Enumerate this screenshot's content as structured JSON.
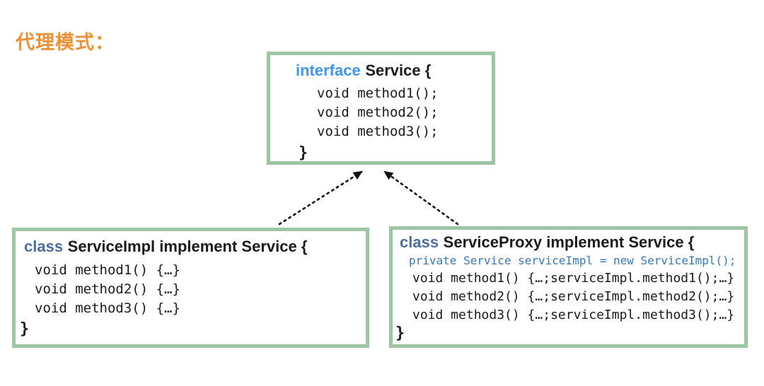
{
  "title": "代理模式：",
  "colors": {
    "accent_orange": "#ee9036",
    "box_border_green": "#9cc6a2",
    "interface_keyword_blue": "#3e97ec",
    "class_keyword_blue": "#4c6e9b",
    "field_code_blue": "#3878b4",
    "code_black": "#1b1b1b",
    "arrow_black": "#111111"
  },
  "interface_box": {
    "keyword": "interface",
    "name": "Service {",
    "body_lines": [
      "void method1();",
      "void method2();",
      "void method3();"
    ],
    "closing_brace": "}"
  },
  "service_impl_box": {
    "keyword": "class",
    "name": "ServiceImpl implement Service {",
    "body_lines": [
      "void method1() {…}",
      "void method2() {…}",
      "void method3() {…}"
    ],
    "closing_brace": "}"
  },
  "service_proxy_box": {
    "keyword": "class",
    "name": "ServiceProxy implement Service {",
    "field_line": "private Service serviceImpl = new ServiceImpl();",
    "body_lines": [
      "void method1() {…;serviceImpl.method1();…}",
      "void method2() {…;serviceImpl.method2();…}",
      "void method3() {…;serviceImpl.method3();…}"
    ],
    "closing_brace": "}"
  }
}
